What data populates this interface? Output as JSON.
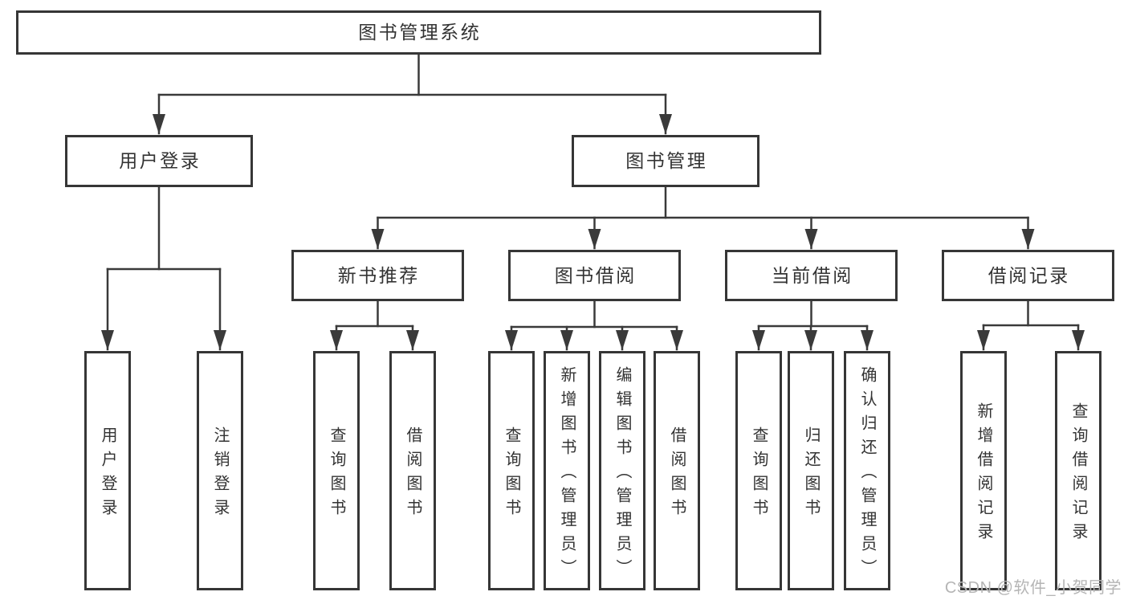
{
  "diagram": {
    "title": "图书管理系统",
    "type": "hierarchy-tree",
    "colors": {
      "line_color": "#3a3a3a",
      "box_border_color": "#363636",
      "text_color": "#333333",
      "watermark_color": "#b5b5b5",
      "background_color": "#ffffff"
    },
    "nodes": {
      "root": {
        "label": "图书管理系统"
      },
      "user_login": {
        "label": "用户登录"
      },
      "book_management": {
        "label": "图书管理"
      },
      "new_book_recommend": {
        "label": "新书推荐"
      },
      "book_borrowing": {
        "label": "图书借阅"
      },
      "current_borrowing": {
        "label": "当前借阅"
      },
      "borrowing_records": {
        "label": "借阅记录"
      },
      "leaf_user_login": {
        "label": "用户登录"
      },
      "leaf_logout": {
        "label": "注销登录"
      },
      "leaf_query_books_1": {
        "label": "查询图书"
      },
      "leaf_borrow_books_1": {
        "label": "借阅图书"
      },
      "leaf_query_books_2": {
        "label": "查询图书"
      },
      "leaf_add_books_admin": {
        "label": "新增图书（管理员）"
      },
      "leaf_edit_books_admin": {
        "label": "编辑图书（管理员）"
      },
      "leaf_borrow_books_2": {
        "label": "借阅图书"
      },
      "leaf_query_books_3": {
        "label": "查询图书"
      },
      "leaf_return_books": {
        "label": "归还图书"
      },
      "leaf_confirm_return_admin": {
        "label": "确认归还（管理员）"
      },
      "leaf_add_borrow_record": {
        "label": "新增借阅记录"
      },
      "leaf_query_borrow_record": {
        "label": "查询借阅记录"
      }
    },
    "hierarchy": {
      "图书管理系统": [
        "用户登录",
        "图书管理"
      ],
      "用户登录": [
        "用户登录",
        "注销登录"
      ],
      "图书管理": [
        "新书推荐",
        "图书借阅",
        "当前借阅",
        "借阅记录"
      ],
      "新书推荐": [
        "查询图书",
        "借阅图书"
      ],
      "图书借阅": [
        "查询图书",
        "新增图书（管理员）",
        "编辑图书（管理员）",
        "借阅图书"
      ],
      "当前借阅": [
        "查询图书",
        "归还图书",
        "确认归还（管理员）"
      ],
      "借阅记录": [
        "新增借阅记录",
        "查询借阅记录"
      ]
    }
  },
  "watermark": {
    "text": "CSDN @软件_小贺同学"
  }
}
